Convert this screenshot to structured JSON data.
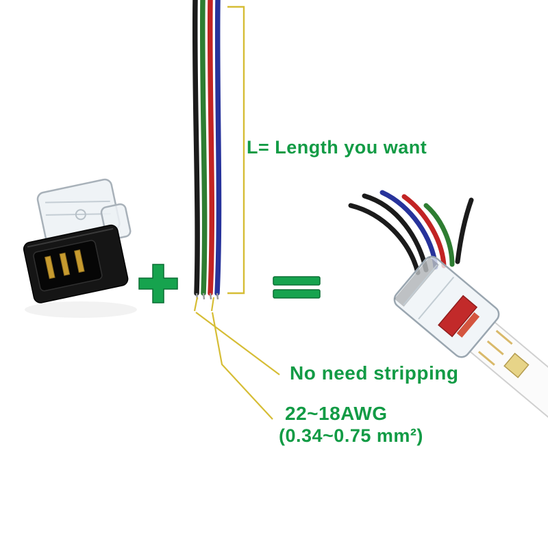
{
  "scene": {
    "background": "#ffffff",
    "annotation_green": "#129b45",
    "pointer_yellow": "#d6bd35",
    "labels": {
      "length": "L= Length you want",
      "no_stripping": "No need stripping",
      "awg": "22~18AWG",
      "awg_range": "(0.34~0.75 mm²)"
    },
    "icons": {
      "plus": "+",
      "equals": "="
    },
    "wire_colors": {
      "black": "#1b1b1b",
      "green": "#2e7d32",
      "red": "#c22424",
      "blue": "#27339b"
    }
  }
}
